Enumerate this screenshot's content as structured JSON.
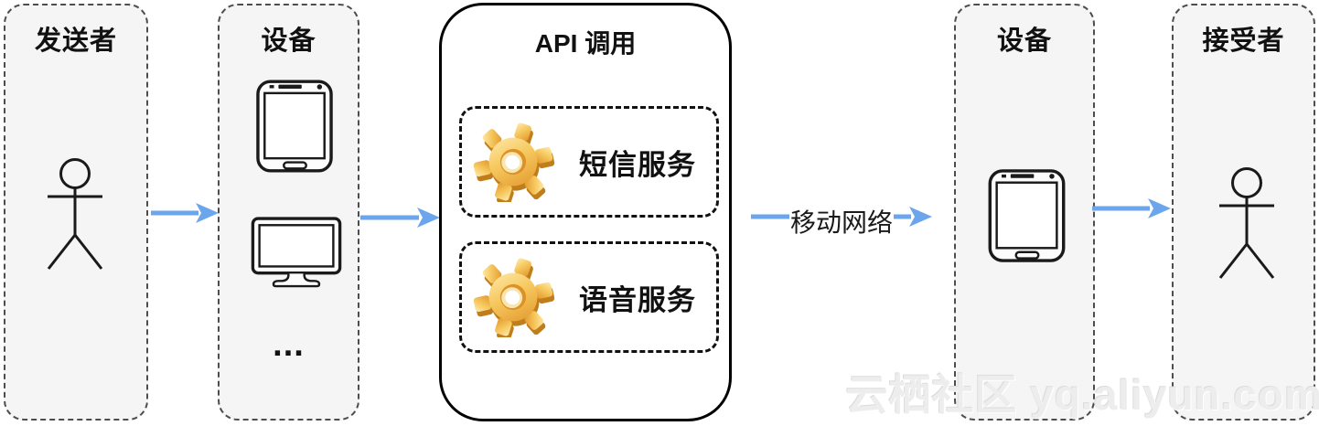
{
  "diagram": {
    "boxes": {
      "sender": {
        "title": "发送者"
      },
      "device_left": {
        "title": "设备",
        "ellipsis": "..."
      },
      "api": {
        "title": "API 调用",
        "services": [
          {
            "label": "短信服务"
          },
          {
            "label": "语音服务"
          }
        ]
      },
      "device_right": {
        "title": "设备"
      },
      "receiver": {
        "title": "接受者"
      }
    },
    "network_label": "移动网络",
    "colors": {
      "arrow_blue": "#6BA6EC",
      "box_background": "#F5F5F5",
      "dashed_border": "#4D4D4D",
      "api_border": "#000000",
      "gear_gold_light": "#FFEBB0",
      "gear_gold_dark": "#E2962B"
    }
  },
  "watermark": {
    "text": "云栖社区 yq.aliyun.com"
  }
}
